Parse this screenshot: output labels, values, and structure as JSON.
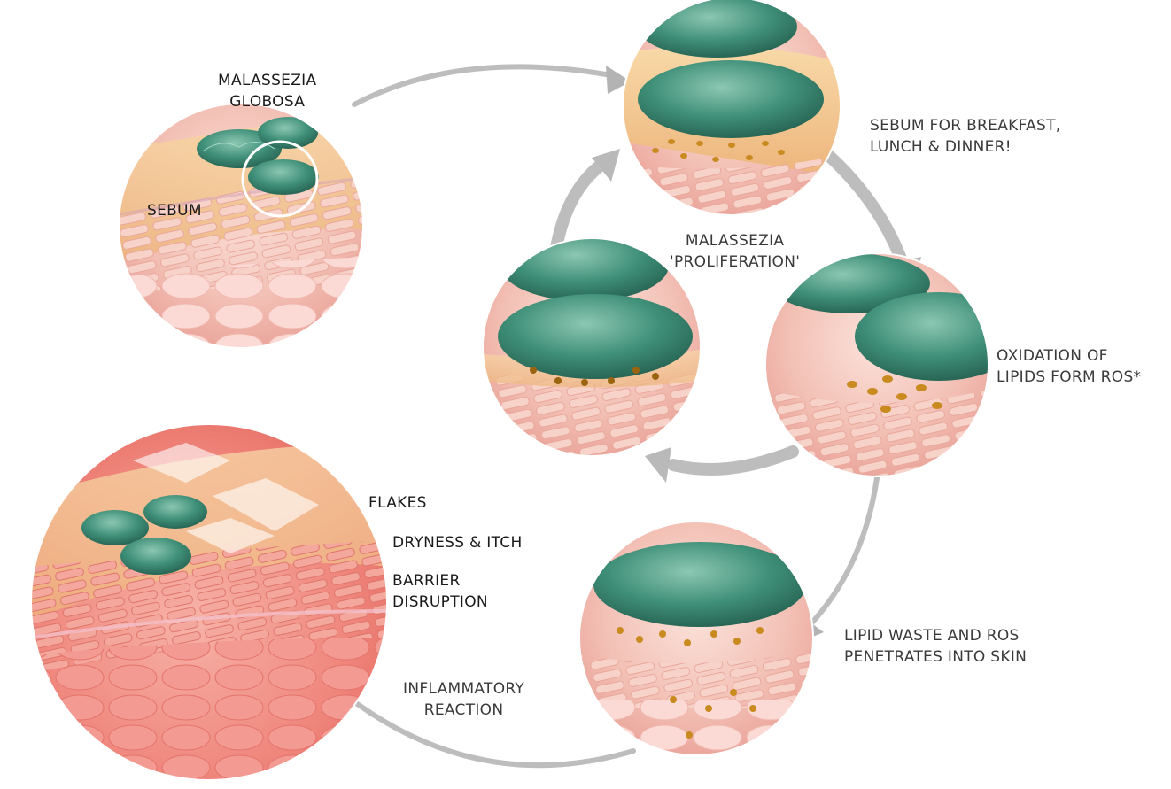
{
  "labels": {
    "malassezia_globosa_1": "MALASSEZIA",
    "malassezia_globosa_2": "GLOBOSA",
    "sebum": "SEBUM",
    "breakfast_1": "SEBUM FOR BREAKFAST,",
    "breakfast_2": "LUNCH & DINNER!",
    "proliferation_1": "MALASSEZIA",
    "proliferation_2": "'PROLIFERATION'",
    "oxidation_1": "OXIDATION OF",
    "oxidation_2": "LIPIDS FORM ROS*",
    "penetration_1": "LIPID WASTE AND ROS",
    "penetration_2": "PENETRATES INTO SKIN",
    "inflammatory_1": "INFLAMMATORY",
    "inflammatory_2": "REACTION",
    "flakes": "FLAKES",
    "dryness": "DRYNESS & ITCH",
    "barrier_1": "BARRIER",
    "barrier_2": "DISRUPTION"
  },
  "colors": {
    "skin": "#f3c7bc",
    "skin_deep": "#ea8f88",
    "sebum": "#f2c58f",
    "fungus": "#3f8f78",
    "arrow": "#b9b9b9",
    "lipid_drop": "#c98a1f"
  }
}
